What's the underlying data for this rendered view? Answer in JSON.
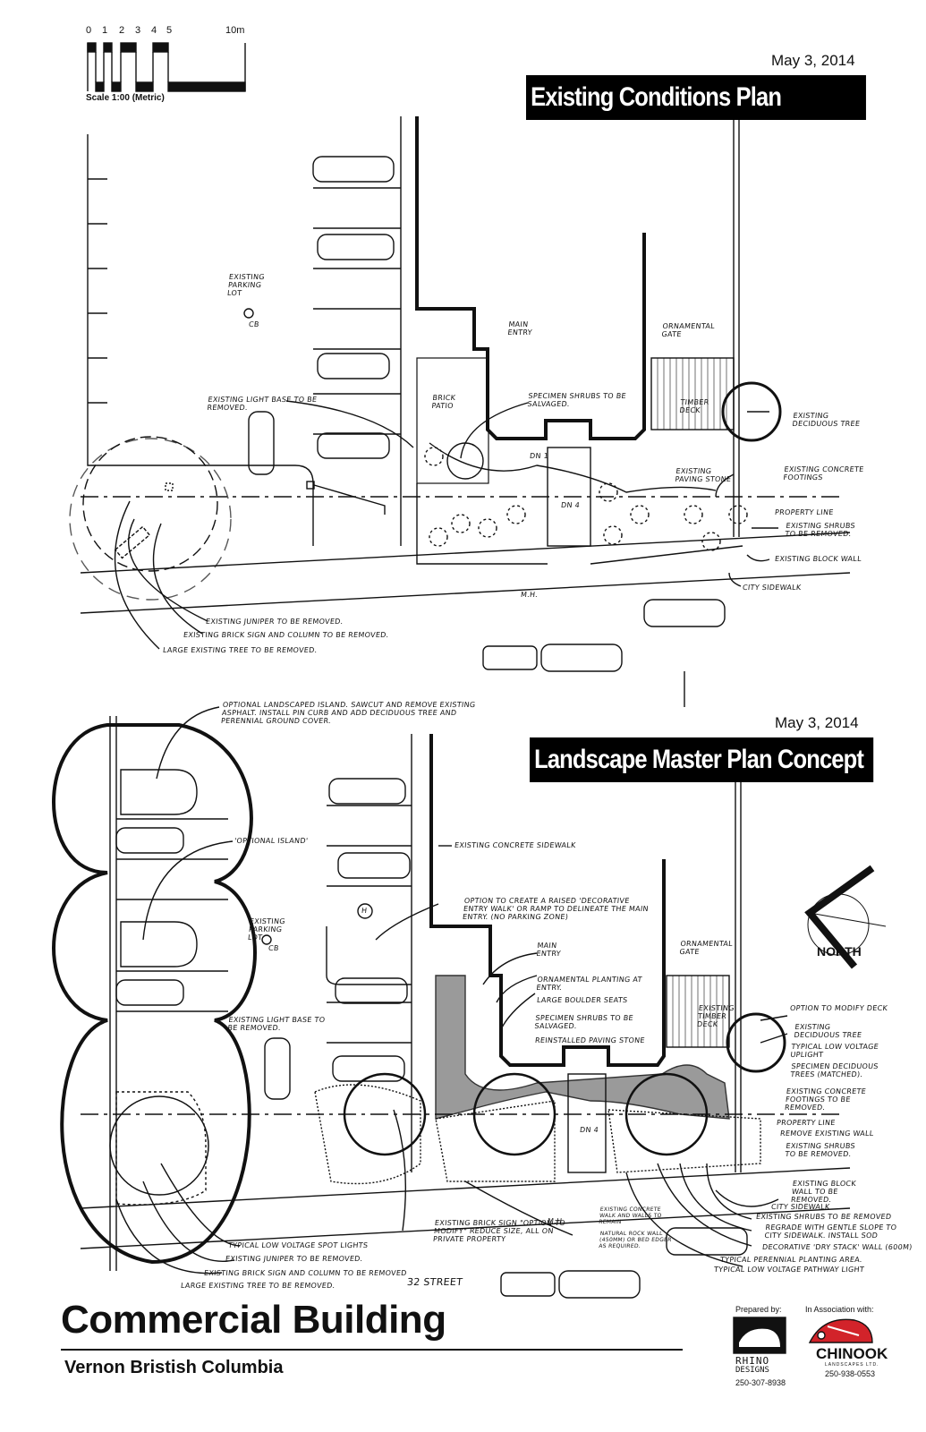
{
  "scale_bar": {
    "ticks": [
      "0",
      "1",
      "2",
      "3",
      "4",
      "5",
      "10m"
    ],
    "label": "Scale 1:00 (Metric)"
  },
  "plan_top": {
    "date": "May 3, 2014",
    "title": "Existing Conditions Plan",
    "notes": {
      "parking_lot": "Existing parking lot",
      "cb": "CB",
      "main_entry": "Main entry",
      "ornamental_gate": "Ornamental gate",
      "brick_patio": "Brick patio",
      "specimen_shrubs": "Specimen shrubs to be salvaged.",
      "timber_deck": "Timber deck",
      "deciduous_tree": "Existing deciduous tree",
      "light_base": "Existing light base to be removed.",
      "paving_stone": "Existing paving stone",
      "concrete_footings": "Existing concrete footings",
      "property_line": "Property line",
      "shrubs_removed": "Existing shrubs to be removed.",
      "block_wall": "Existing block wall",
      "city_sidewalk": "City sidewalk",
      "mh": "M.H.",
      "juniper": "Existing juniper to be removed.",
      "brick_sign": "Existing brick sign and column to be removed.",
      "large_tree": "Large existing tree to be removed.",
      "dn4": "dn 4",
      "dn1": "dn 1"
    }
  },
  "plan_bottom": {
    "date": "May 3, 2014",
    "title": "Landscape Master Plan Concept",
    "north_label": "NORTH",
    "notes": {
      "optional_landscaped_island": "Optional landscaped island. Sawcut and remove existing asphalt. Install pin curb and add deciduous tree and perennial ground cover.",
      "optional_island": "'Optional island'",
      "concrete_sidewalk": "Existing concrete sidewalk",
      "raised_entry_walk": "Option to create a raised 'decorative entry walk' or ramp to delineate the main entry. (No parking zone)",
      "parking_lot": "Existing parking lot",
      "cb": "CB",
      "h": "H",
      "main_entry": "Main entry",
      "ornamental_gate": "Ornamental gate",
      "ornamental_planting": "Ornamental planting at entry.",
      "boulder_seats": "Large boulder seats",
      "specimen_shrubs": "Specimen shrubs to be salvaged.",
      "reinstalled_paving": "Reinstalled paving stone",
      "timber_deck": "Existing timber deck",
      "light_base": "Existing light base to be removed.",
      "modify_deck": "Option to modify deck",
      "deciduous_tree": "Existing deciduous tree",
      "uplight": "Typical low voltage uplight",
      "specimen_trees": "Specimen deciduous trees (matched).",
      "concrete_footings": "Existing concrete footings to be removed.",
      "property_line": "Property line",
      "remove_wall": "Remove existing wall",
      "shrubs_removed": "Existing shrubs to be removed.",
      "block_wall": "Existing block wall to be removed.",
      "city_sidewalk": "City sidewalk",
      "shrubs_removed_2": "Existing shrubs to be removed",
      "regrade": "Regrade with gentle slope to city sidewalk. Install sod",
      "dry_stack": "Decorative 'dry stack' wall (600m)",
      "perennial_area": "Typical perennial planting area.",
      "pathway_light": "Typical low voltage pathway light",
      "spot_lights": "Typical low voltage spot lights",
      "brick_sign_option": "Existing brick sign \"option to modify\" reduce size, all on private property",
      "concrete_walk": "Existing concrete walk and walls to remain",
      "natural_rock_wall": "Natural rock wall (450mm) or bed edger as required.",
      "mh": "M.H.",
      "juniper": "Existing juniper to be removed.",
      "brick_sign": "Existing brick sign and column to be removed",
      "large_tree": "Large existing tree to be removed.",
      "street": "32 Street",
      "dn4": "dn 4"
    }
  },
  "footer": {
    "title": "Commercial Building",
    "subtitle": "Vernon Bristish Columbia",
    "prepared_by_label": "Prepared by:",
    "prepared_by_name_1": "RHINO",
    "prepared_by_name_2": "DESIGNS",
    "prepared_by_phone": "250-307-8938",
    "association_label": "In Association with:",
    "association_name": "CHINOOK",
    "association_sub": "LANDSCAPES LTD.",
    "association_phone": "250-938-0553"
  },
  "colors": {
    "ink": "#111111",
    "paving_gray": "#9a9a9a",
    "chinook_red": "#d2232a"
  }
}
